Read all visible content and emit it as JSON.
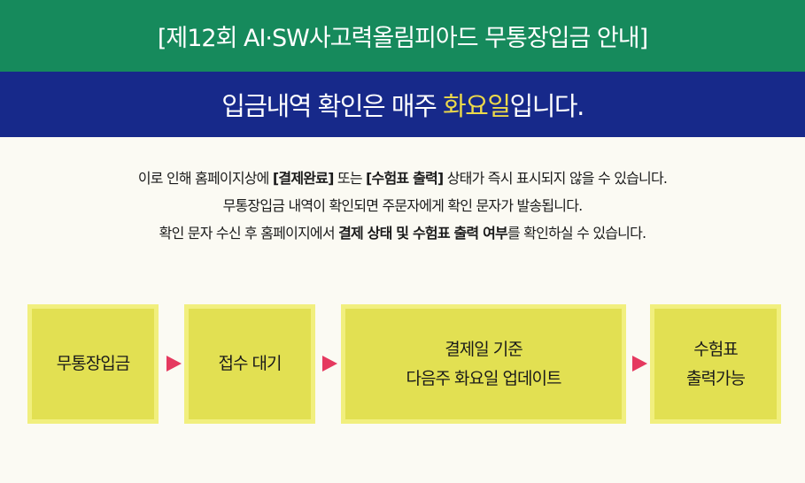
{
  "header": {
    "title": "[제12회 AI·SW사고력올림피아드 무통장입금 안내]"
  },
  "banner": {
    "text_before": "입금내역 확인은 매주 ",
    "highlight": "화요일",
    "text_after": "입니다.",
    "highlight_color": "#ecd94a"
  },
  "notice": {
    "line1": {
      "t1": "이로 인해 홈페이지상에 ",
      "b1": "[결제완료]",
      "t2": " 또는 ",
      "b2": "[수험표 출력]",
      "t3": " 상태가 즉시 표시되지 않을 수 있습니다."
    },
    "line2": "무통장입금 내역이 확인되면 주문자에게 확인 문자가 발송됩니다.",
    "line3": {
      "t1": "확인 문자 수신 후 홈페이지에서 ",
      "b1": "결제 상태 및 수험표 출력 여부",
      "t2": "를 확인하실 수 있습니다."
    }
  },
  "steps": [
    {
      "line1": "무통장입금",
      "line2": ""
    },
    {
      "line1": "접수 대기",
      "line2": ""
    },
    {
      "line1": "결제일 기준",
      "line2": "다음주 화요일 업데이트"
    },
    {
      "line1": "수험표",
      "line2": "출력가능"
    }
  ],
  "colors": {
    "green": "#168a5c",
    "blue": "#17298a",
    "step_fill": "#e2e052",
    "arrow": "#e5395f"
  }
}
